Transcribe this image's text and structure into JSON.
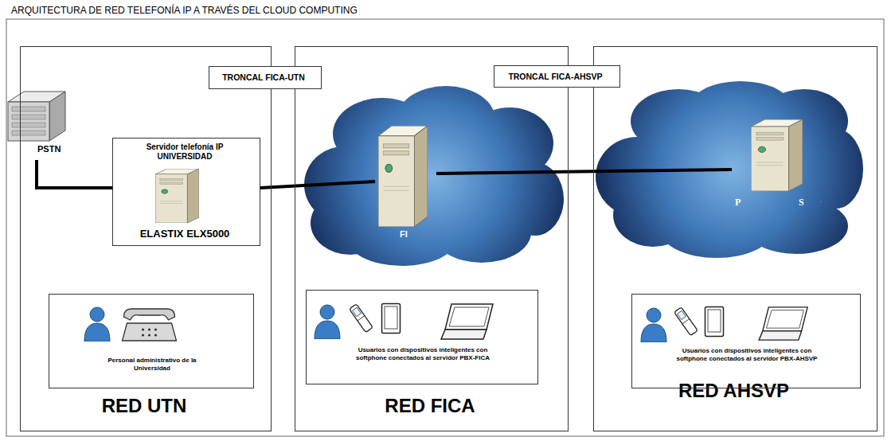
{
  "diagram": {
    "title": "ARQUITECTURA DE RED TELEFONÍA IP A TRAVÉS DEL CLOUD COMPUTING",
    "nodes": [
      {
        "text": [
          "RED UTN"
        ]
      },
      {
        "text": [
          "RED FICA"
        ]
      },
      {
        "text": [
          "RED AHSVP"
        ]
      },
      {
        "text": [
          "TRONCAL FICA-UTN"
        ]
      },
      {
        "text": [
          "TRONCAL FICA-AHSVP"
        ]
      },
      {
        "text": [
          "PSTN"
        ],
        "in": 0
      },
      {
        "text": [
          "Servidor telefonía IP UNIVERSIDAD",
          "ELASTIX ELX5000"
        ],
        "in": 0
      },
      {
        "text": [
          "Personal administrativo de la Universidad"
        ],
        "in": 0
      },
      {
        "text": [
          "FI"
        ],
        "in": 1
      },
      {
        "text": [
          "Usuarios con dispositivos inteligentes con softphone conectados al servidor PBX-FICA"
        ],
        "in": 1
      },
      {
        "text": [
          "P",
          "S"
        ],
        "in": 2
      },
      {
        "text": [
          "Usuarios con dispositivos inteligentes con softphone conectados al servidor PBX-AHSVP"
        ],
        "in": 2
      }
    ],
    "edges": [
      {
        "from": 5,
        "to": 6,
        "arrow": "none"
      },
      {
        "from": 6,
        "to": 8,
        "arrow": "none"
      },
      {
        "from": 8,
        "to": 10,
        "arrow": "none"
      }
    ]
  }
}
